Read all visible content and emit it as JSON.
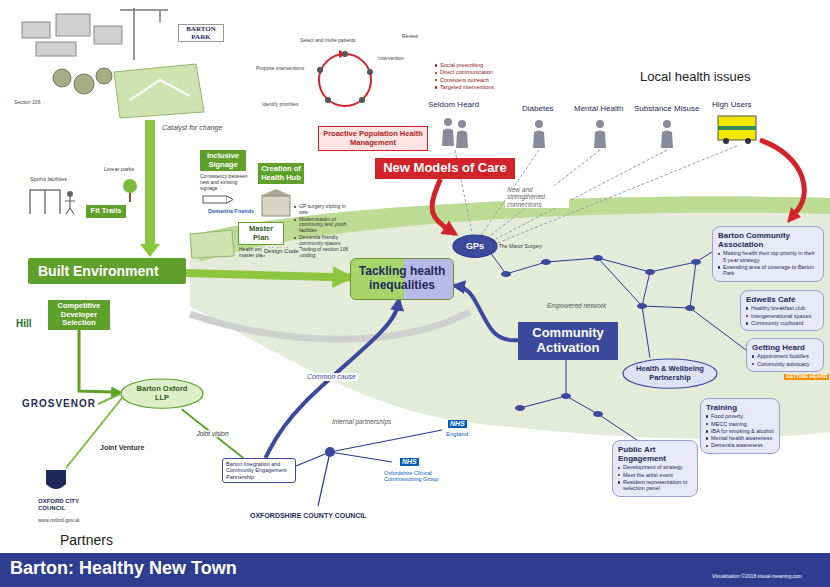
{
  "diagram": {
    "title": "Barton: Healthy New Town",
    "nodes": [
      {
        "text": [
          "Built Environment"
        ]
      },
      {
        "text": [
          "Inclusive Signage",
          "Consistency between new and existing signage"
        ]
      },
      {
        "text": [
          "Creation of Health Hub",
          "GP surgery tripling in size",
          "Modernisation of community and youth facilities",
          "Dementia friendly community spaces",
          "Pooling of section 106 funding"
        ]
      },
      {
        "text": [
          "Fit Trails"
        ]
      },
      {
        "text": [
          "Master Plan",
          "Health embedded in the master plan"
        ]
      },
      {
        "text": [
          "Proactive Population Health Management",
          "Social prescribing",
          "Direct communication",
          "Consistent outreach",
          "Targeted interventions"
        ]
      },
      {
        "text": [
          "New Models of Care"
        ]
      },
      {
        "text": [
          "Tackling health inequalities"
        ]
      },
      {
        "text": [
          "Community Activation"
        ]
      },
      {
        "text": [
          "Barton Community Association",
          "Making health their top priority in their 5 year strategy",
          "Extending area of coverage to Barton Park"
        ]
      },
      {
        "text": [
          "Edwells Café",
          "Healthy breakfast club",
          "Intergenerational spaces",
          "Community cupboard"
        ]
      },
      {
        "text": [
          "Getting Heard",
          "Appointment buddies",
          "Community advocacy"
        ]
      },
      {
        "text": [
          "Training",
          "Food poverty",
          "MECC training",
          "IBA for smoking & alcohol",
          "Mental health awareness",
          "Dementia awareness"
        ]
      },
      {
        "text": [
          "Public Art Engagement",
          "Development of strategy",
          "Meet the artist event",
          "Resident representation in selection panel"
        ]
      },
      {
        "text": [
          "Competitive Developer Selection"
        ]
      },
      {
        "text": [
          "Barton Oxford LLP"
        ]
      },
      {
        "text": [
          "Health & Wellbeing Partnership"
        ]
      },
      {
        "text": [
          "GPs"
        ]
      },
      {
        "text": [
          "Barton Integration and Community Engagement Partnership"
        ]
      }
    ],
    "edges": [
      {
        "from": 0,
        "to": 7,
        "arrow": "to"
      },
      {
        "from": 6,
        "to": 17,
        "arrow": "to"
      },
      {
        "from": 14,
        "to": 15,
        "arrow": "to"
      },
      {
        "from": 18,
        "to": 7,
        "label": "Common cause",
        "arrow": "to"
      },
      {
        "from": 8,
        "to": 7,
        "arrow": "to"
      },
      {
        "from": 15,
        "to": 18,
        "label": "Joint vision",
        "arrow": "none"
      }
    ],
    "labels": [
      "BARTON PARK",
      "Section 106",
      "Catalyst for change",
      "Identify priorities",
      "Propose interventions",
      "Select and invite patients",
      "Intervention",
      "Review",
      "Local health issues",
      "Seldom Heard",
      "Diabetes",
      "Mental Health",
      "Substance Misuse",
      "High Users",
      "New and strengthened connections",
      "The Manor Surgery",
      "Sports facilities",
      "Linear parks",
      "Dementia Friends",
      "Design Code",
      "Internal partnerships",
      "Empowered network",
      "Joint Venture",
      "Hill",
      "GROSVENOR",
      "OXFORD CITY COUNCIL",
      "www.oxford.gov.uk",
      "Partners",
      "NHS",
      "England",
      "NHS",
      "Oxfordshire Clinical Commissioning Group",
      "OXFORDSHIRE COUNTY COUNCIL",
      "GETTING HEARD",
      "Visualisation ©2018 visual-meaning.com"
    ]
  }
}
